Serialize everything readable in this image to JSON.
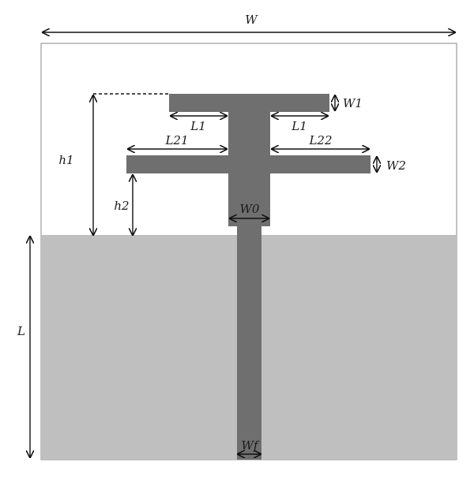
{
  "diagram": {
    "colors": {
      "background": "#ffffff",
      "substrate_border": "#9a9a9a",
      "ground_plane": "#c0bfc0",
      "radiator": "#6f6f6f",
      "dimension_line": "#111111"
    },
    "labels": {
      "W": "W",
      "h1": "h1",
      "h2": "h2",
      "L": "L",
      "W1": "W1",
      "W2": "W2",
      "L1_left": "L1",
      "L1_right": "L1",
      "L21": "L21",
      "L22": "L22",
      "W0": "W0",
      "Wf": "Wf"
    }
  }
}
